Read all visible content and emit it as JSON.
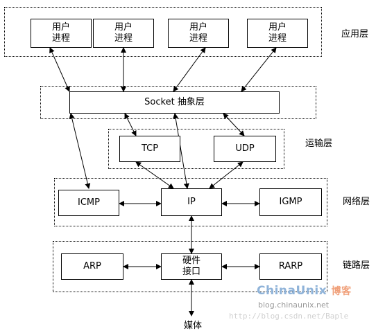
{
  "layers": {
    "application": "应用层",
    "transport": "运输层",
    "network": "网络层",
    "link": "链路层"
  },
  "boxes": {
    "user_process_1": "用户\n进程",
    "user_process_2": "用户\n进程",
    "user_process_3": "用户\n进程",
    "user_process_4": "用户\n进程",
    "socket": "Socket 抽象层",
    "tcp": "TCP",
    "udp": "UDP",
    "icmp": "ICMP",
    "ip": "IP",
    "igmp": "IGMP",
    "arp": "ARP",
    "hw_interface": "硬件\n接口",
    "rarp": "RARP"
  },
  "media_label": "媒体",
  "watermark": {
    "brand": "ChinaUnix",
    "brand_suffix": "博客",
    "blog_url": "blog.chinaunix.net",
    "csdn_url": "http://blog.csdn.net/Baple"
  },
  "colors": {
    "line": "#000000",
    "watermark_blue": "#8fb3d9",
    "watermark_orange": "#f0a07a"
  }
}
